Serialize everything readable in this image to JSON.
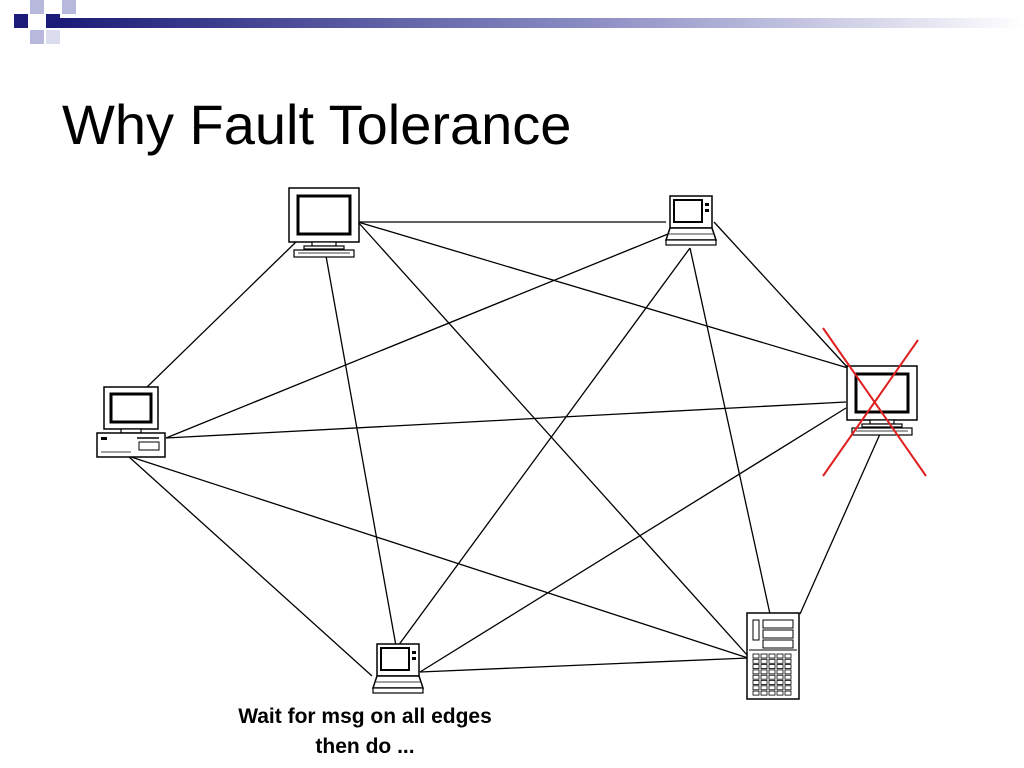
{
  "slide": {
    "title": "Why Fault Tolerance",
    "caption": {
      "line1": "Wait for msg on all edges",
      "line2": "then do ..."
    }
  },
  "theme": {
    "accent_navy": "#1c1c78",
    "accent_lilac": "#b8b8dc",
    "edge_color": "#000000",
    "failure_mark_color": "#e02020"
  },
  "diagram": {
    "nodes": [
      {
        "id": "crt-top",
        "icon": "crt-monitor-icon"
      },
      {
        "id": "laptop-top",
        "icon": "laptop-icon"
      },
      {
        "id": "desktop-left",
        "icon": "desktop-computer-icon"
      },
      {
        "id": "crt-right",
        "icon": "crt-monitor-icon",
        "failed": true
      },
      {
        "id": "laptop-bottom",
        "icon": "laptop-icon"
      },
      {
        "id": "server-tower",
        "icon": "server-tower-icon"
      }
    ],
    "edges": [
      [
        "crt-top",
        "laptop-top"
      ],
      [
        "crt-top",
        "desktop-left"
      ],
      [
        "crt-top",
        "crt-right"
      ],
      [
        "crt-top",
        "laptop-bottom"
      ],
      [
        "crt-top",
        "server-tower"
      ],
      [
        "laptop-top",
        "desktop-left"
      ],
      [
        "laptop-top",
        "crt-right"
      ],
      [
        "laptop-top",
        "laptop-bottom"
      ],
      [
        "laptop-top",
        "server-tower"
      ],
      [
        "desktop-left",
        "crt-right"
      ],
      [
        "desktop-left",
        "laptop-bottom"
      ],
      [
        "desktop-left",
        "server-tower"
      ],
      [
        "crt-right",
        "laptop-bottom"
      ],
      [
        "crt-right",
        "server-tower"
      ],
      [
        "laptop-bottom",
        "server-tower"
      ]
    ]
  }
}
